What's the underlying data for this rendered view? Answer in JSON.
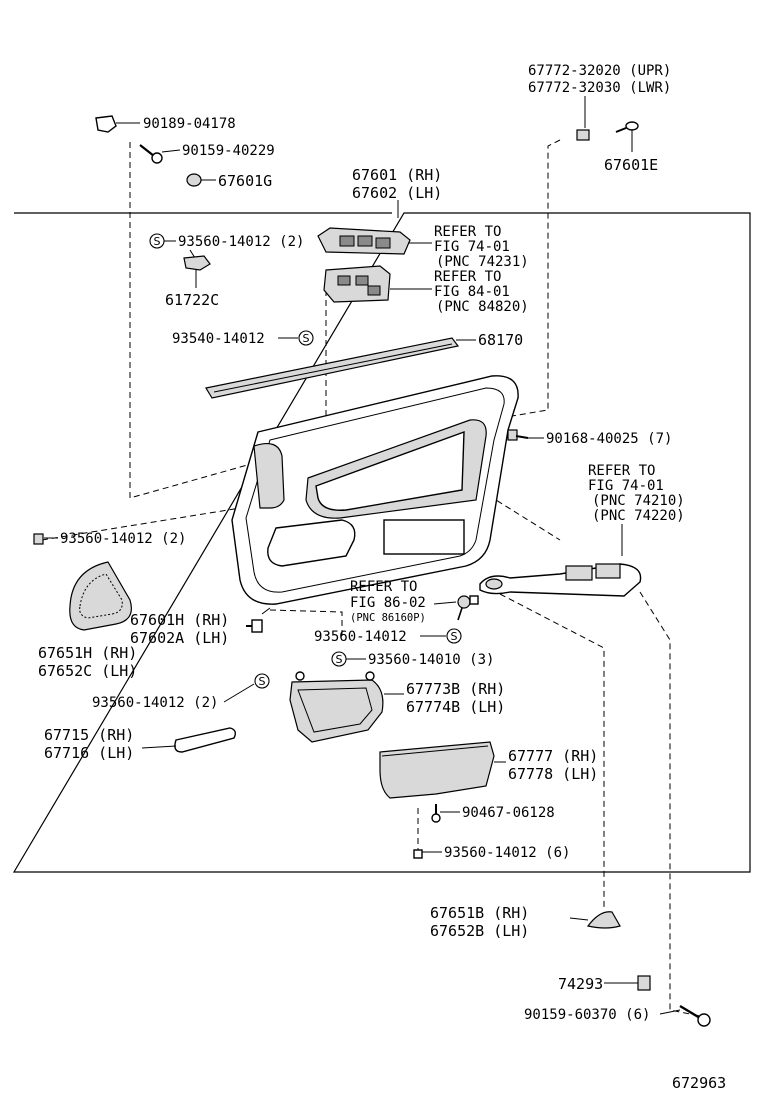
{
  "labels": {
    "l_67772_upr": "67772-32020 (UPR)",
    "l_67772_lwr": "67772-32030 (LWR)",
    "l_90189": "90189-04178",
    "l_90159_40229": "90159-40229",
    "l_67601g": "67601G",
    "l_67601e": "67601E",
    "l_67601_rh": "67601 (RH)",
    "l_67602_lh": "67602 (LH)",
    "l_93560_a": "93560-14012 (2)",
    "l_61722c": "61722C",
    "l_93540": "93540-14012",
    "l_refer1_a": "REFER TO",
    "l_refer1_b": "FIG 74-01",
    "l_refer1_c": "(PNC 74231)",
    "l_refer2_a": "REFER TO",
    "l_refer2_b": "FIG 84-01",
    "l_refer2_c": "(PNC 84820)",
    "l_68170": "68170",
    "l_90168": "90168-40025 (7)",
    "l_refer3_a": "REFER TO",
    "l_refer3_b": "FIG 74-01",
    "l_refer3_c": "(PNC 74210)",
    "l_refer3_d": "(PNC 74220)",
    "l_93560_b": "93560-14012 (2)",
    "l_refer4_a": "REFER TO",
    "l_refer4_b": "FIG 86-02",
    "l_refer4_c": "(PNC 86160P)",
    "l_67601h": "67601H (RH)",
    "l_67602a": "67602A (LH)",
    "l_93560_c": "93560-14012",
    "l_67651h": "67651H (RH)",
    "l_67652c": "67652C (LH)",
    "l_93560_14010": "93560-14010 (3)",
    "l_93560_d": "93560-14012 (2)",
    "l_67773b": "67773B (RH)",
    "l_67774b": "67774B (LH)",
    "l_67715": "67715 (RH)",
    "l_67716": "67716 (LH)",
    "l_67777": "67777 (RH)",
    "l_67778": "67778 (LH)",
    "l_90467": "90467-06128",
    "l_93560_e": "93560-14012 (6)",
    "l_67651b": "67651B (RH)",
    "l_67652b": "67652B (LH)",
    "l_74293": "74293",
    "l_90159_60370": "90159-60370 (6)",
    "l_figno": "672963"
  },
  "symbols": {
    "s_mark": "S"
  }
}
